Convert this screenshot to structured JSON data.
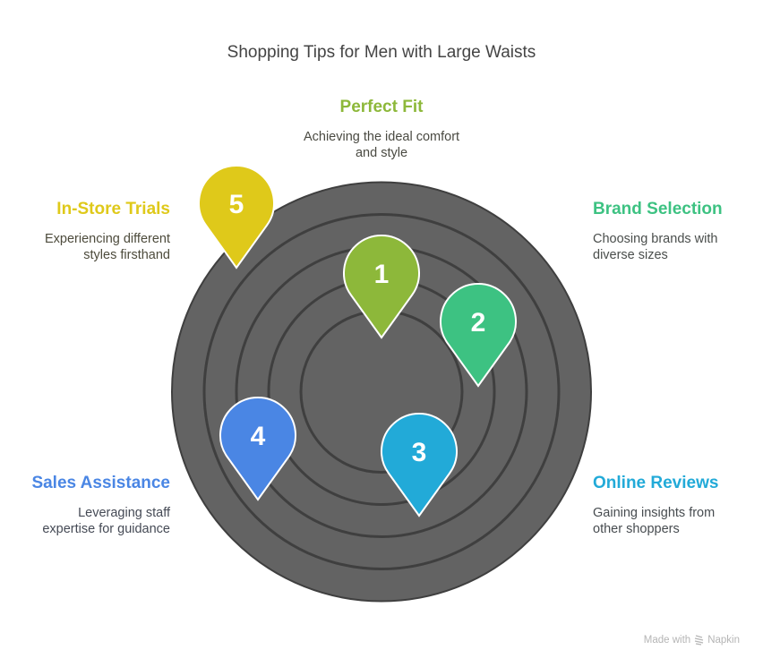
{
  "title": "Shopping Tips for Men with Large Waists",
  "tips": [
    {
      "number": "1",
      "heading": "Perfect Fit",
      "desc_lines": [
        "Achieving the ideal comfort",
        "and style"
      ],
      "color": "#8db83a",
      "text_color": "#4a4a42"
    },
    {
      "number": "2",
      "heading": "Brand Selection",
      "desc_lines": [
        "Choosing brands with",
        "diverse sizes"
      ],
      "color": "#3dc282",
      "text_color": "#4a4e4c"
    },
    {
      "number": "3",
      "heading": "Online Reviews",
      "desc_lines": [
        "Gaining insights from",
        "other shoppers"
      ],
      "color": "#22aad8",
      "text_color": "#474c50"
    },
    {
      "number": "4",
      "heading": "Sales Assistance",
      "desc_lines": [
        "Leveraging staff",
        "expertise for guidance"
      ],
      "color": "#4a86e4",
      "text_color": "#454a55"
    },
    {
      "number": "5",
      "heading": "In-Store Trials",
      "desc_lines": [
        "Experiencing different",
        "styles firsthand"
      ],
      "color": "#dfc91a",
      "text_color": "#4d4b3c"
    }
  ],
  "target": {
    "fill": "#636363",
    "ring_color": "#3f3f3f",
    "rings": 5
  },
  "footer": {
    "made_with": "Made with",
    "brand": "Napkin"
  }
}
